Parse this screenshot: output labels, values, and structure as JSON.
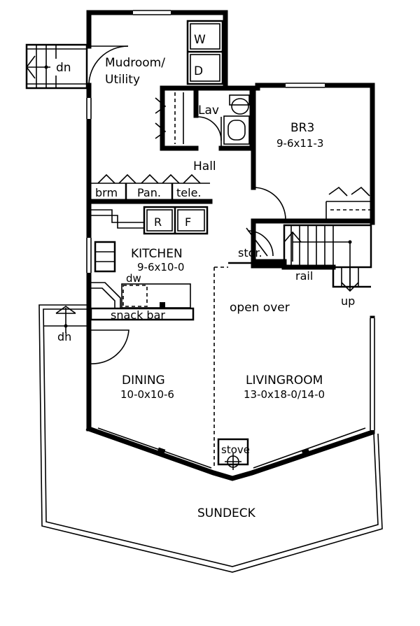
{
  "rooms": {
    "mudroom": "Mudroom/",
    "utility": "Utility",
    "washer": "W",
    "dryer": "D",
    "lav": "Lav",
    "br3": "BR3",
    "br3_size": "9-6x11-3",
    "hall": "Hall",
    "brm": "brm",
    "pantry": "Pan.",
    "tele": "tele.",
    "refrigerator": "R",
    "freezer": "F",
    "kitchen": "KITCHEN",
    "kitchen_size": "9-6x10-0",
    "dishwasher": "dw",
    "storage": "stor.",
    "rail": "rail",
    "up": "up",
    "open_over": "open over",
    "snack_bar": "snack bar",
    "dining": "DINING",
    "dining_size": "10-0x10-6",
    "livingroom": "LIVINGROOM",
    "livingroom_size": "13-0x18-0/14-0",
    "stove": "stove",
    "sundeck": "SUNDECK"
  },
  "stairs": {
    "down_top": "dn",
    "down_left": "dh"
  }
}
